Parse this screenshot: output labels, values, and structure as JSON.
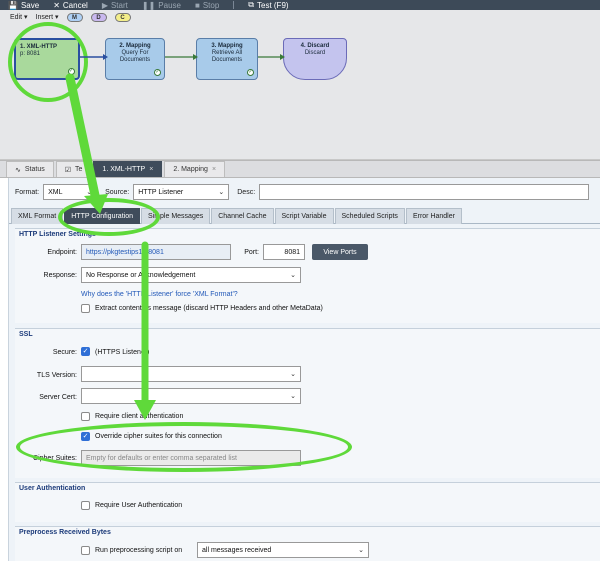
{
  "toolbar": {
    "save": "Save",
    "cancel": "Cancel",
    "start": "Start",
    "pause": "Pause",
    "stop": "Stop",
    "test": "Test (F9)"
  },
  "canvas": {
    "edit_menu": "Edit",
    "insert_menu": "Insert",
    "pill_m": "M",
    "pill_d": "D",
    "pill_c": "C",
    "nodes": [
      {
        "title": "1. XML-HTTP",
        "line1": "p: 8081",
        "line2": ""
      },
      {
        "title": "2. Mapping",
        "line1": "Query For",
        "line2": "Documents"
      },
      {
        "title": "3. Mapping",
        "line1": "Retrieve All",
        "line2": "Documents"
      },
      {
        "title": "4. Discard",
        "line1": "Discard",
        "line2": ""
      }
    ]
  },
  "tabs": [
    {
      "label": "Status",
      "icon": "pulse-icon"
    },
    {
      "label": "Te",
      "icon": "checkbox-icon"
    },
    {
      "label": "1. XML-HTTP",
      "closable": "×"
    },
    {
      "label": "2. Mapping",
      "closable": "×"
    }
  ],
  "format_row": {
    "format_label": "Format:",
    "format_value": "XML",
    "source_label": "Source:",
    "source_value": "HTTP Listener",
    "desc_label": "Desc:",
    "desc_value": ""
  },
  "subtabs": [
    "XML Format",
    "HTTP Configuration",
    "Simple Messages",
    "Channel Cache",
    "Script Variable",
    "Scheduled Scripts",
    "Error Handler"
  ],
  "http_settings": {
    "title": "HTTP Listener Settings",
    "endpoint_label": "Endpoint:",
    "endpoint_value": "https://pkgtestips12:8081",
    "port_label": "Port:",
    "port_value": "8081",
    "view_ports": "View Ports",
    "response_label": "Response:",
    "response_value": "No Response or Acknowledgement",
    "why_link": "Why does the 'HTTP Listener' force 'XML Format'?",
    "extract_label": "Extract content as message (discard HTTP Headers and other MetaData)"
  },
  "ssl": {
    "title": "SSL",
    "secure_label": "Secure:",
    "secure_text": "(HTTPS Listener)",
    "tls_label": "TLS Version:",
    "tls_value": "",
    "cert_label": "Server Cert:",
    "cert_value": "",
    "require_client_auth": "Require client authentication",
    "override_cipher": "Override cipher suites for this connection",
    "cipher_label": "Cipher Suites:",
    "cipher_placeholder": "Empty for defaults or enter comma separated list"
  },
  "user_auth": {
    "title": "User Authentication",
    "require_user_auth": "Require User Authentication"
  },
  "preprocess": {
    "title": "Preprocess Received Bytes",
    "run_label": "Run preprocessing script on",
    "run_value": "all messages received"
  },
  "colors": {
    "highlight": "#5fd93a",
    "accent": "#2f6fd6",
    "header_dark": "#3d4a58"
  }
}
